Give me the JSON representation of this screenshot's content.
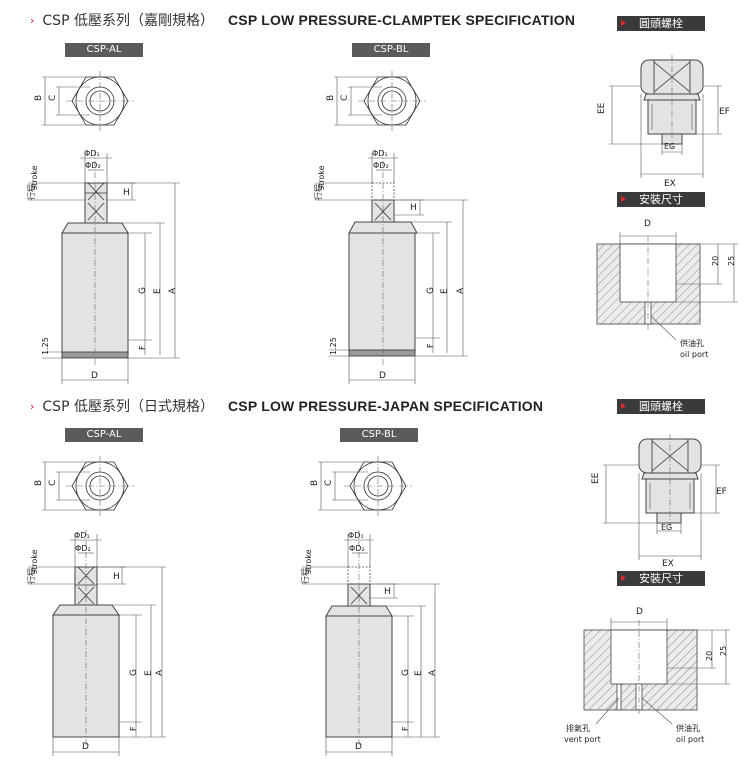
{
  "sections": [
    {
      "arrow": "›",
      "title_cn": "CSP 低壓系列（嘉剛規格）",
      "title_en": "CSP LOW PRESSURE-CLAMPTEK SPECIFICATION",
      "model_a": "CSP-AL",
      "model_b": "CSP-BL",
      "bolt_tag": "圓頭螺栓",
      "install_tag": "安裝尺寸"
    },
    {
      "arrow": "›",
      "title_cn": "CSP 低壓系列（日式規格）",
      "title_en": "CSP LOW PRESSURE-JAPAN SPECIFICATION",
      "model_a": "CSP-AL",
      "model_b": "CSP-BL",
      "bolt_tag": "圓頭螺栓",
      "install_tag": "安裝尺寸"
    }
  ],
  "labels": {
    "B": "B",
    "C": "C",
    "D1": "ΦD₁",
    "D2": "ΦD₂",
    "stroke_cn": "行程",
    "stroke_en": "stroke",
    "H": "H",
    "G": "G",
    "E": "E",
    "A": "A",
    "F": "F",
    "D": "D",
    "dim_125": "1.25",
    "EE": "EE",
    "EF": "EF",
    "EG": "EG",
    "EX": "EX",
    "dim_20": "20",
    "dim_25": "25",
    "oil_cn": "供油孔",
    "oil_en": "oil port",
    "vent_cn": "排氣孔",
    "vent_en": "vent port"
  }
}
